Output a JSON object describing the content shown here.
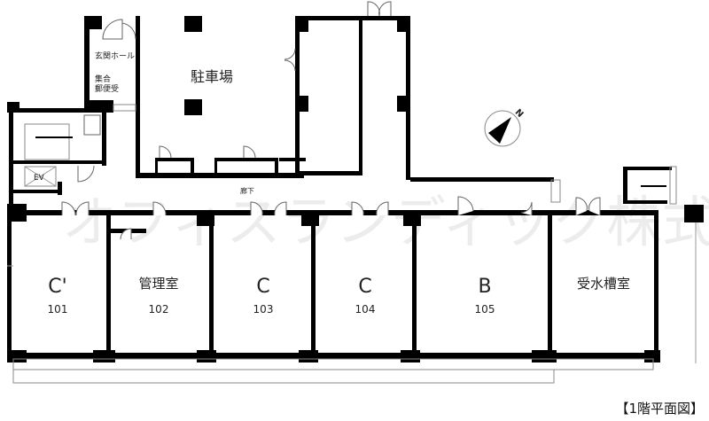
{
  "plan": {
    "title": "【1階平面図】",
    "watermark": "オフィスランディック株式会社",
    "north_label": "N",
    "rooms": {
      "entrance_hall": "玄関ホール",
      "mailbox_1": "集合",
      "mailbox_2": "郵便受",
      "parking": "駐車場",
      "elevator": "EV",
      "corridor": "廊下",
      "water_tank_room": "受水槽室"
    },
    "units": [
      {
        "type": "C'",
        "number": "101"
      },
      {
        "type": "管理室",
        "number": "102"
      },
      {
        "type": "C",
        "number": "103"
      },
      {
        "type": "C",
        "number": "104"
      },
      {
        "type": "B",
        "number": "105"
      }
    ]
  }
}
